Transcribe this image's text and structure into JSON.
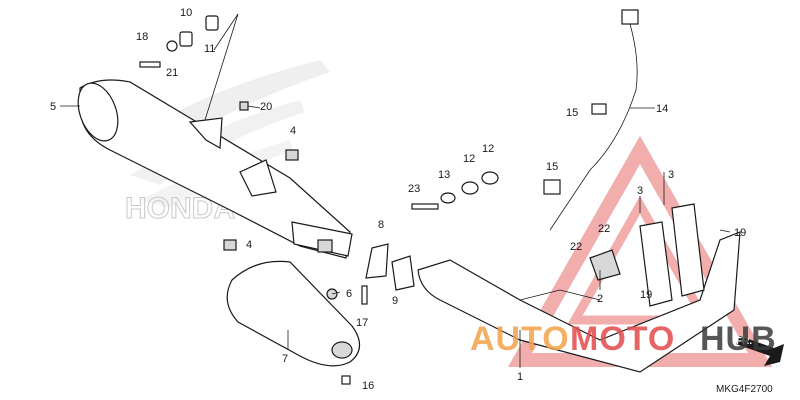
{
  "diagram": {
    "code": "MKG4F2700",
    "direction_label": "FR.",
    "brand_mark": "HONDA",
    "callouts": [
      "1",
      "2",
      "3",
      "3",
      "4",
      "4",
      "5",
      "6",
      "7",
      "8",
      "9",
      "10",
      "11",
      "12",
      "12",
      "13",
      "14",
      "15",
      "15",
      "16",
      "17",
      "18",
      "19",
      "19",
      "20",
      "21",
      "22",
      "22",
      "23"
    ]
  },
  "watermark": {
    "text_a": "AUTO",
    "text_b": "MOTO",
    "text_c": "HUB",
    "color_red": "#e34a4a",
    "color_orange": "#f2a24a",
    "color_dark": "#3a3a3a"
  }
}
